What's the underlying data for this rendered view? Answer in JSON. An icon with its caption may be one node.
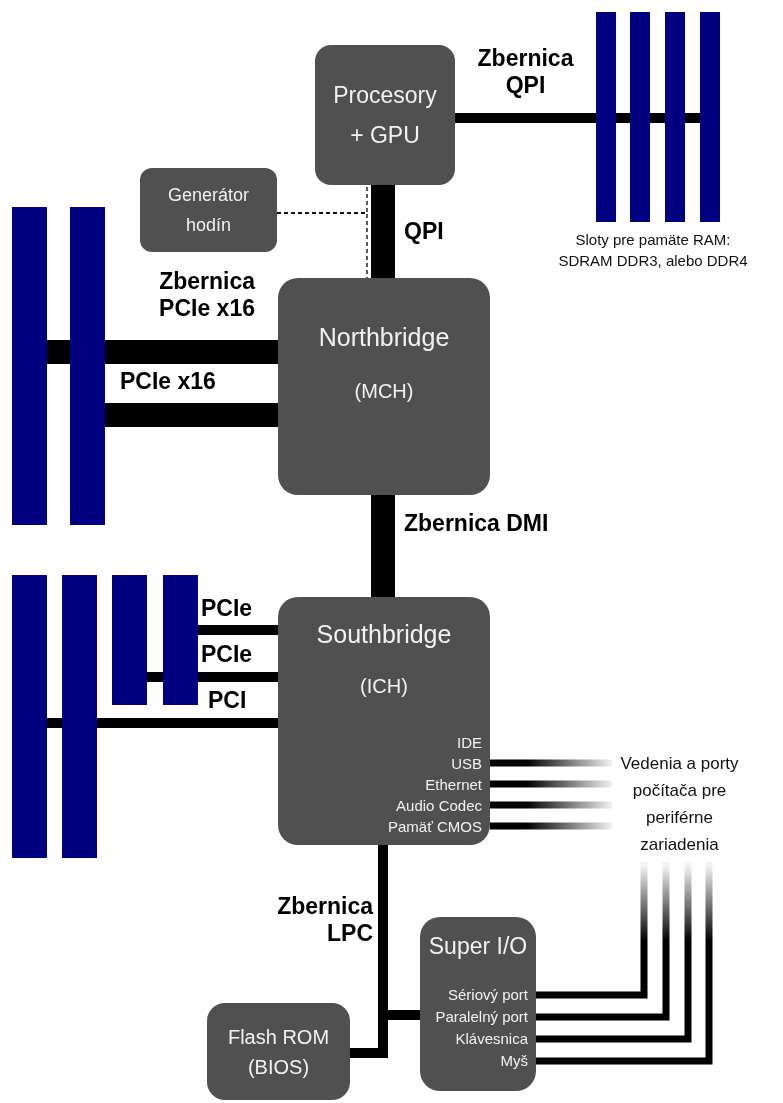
{
  "diagram": {
    "nodes": [
      {
        "text": [
          "Procesory + GPU"
        ]
      },
      {
        "text": [
          "Generátor hodín"
        ]
      },
      {
        "text": [
          "Northbridge",
          "(MCH)"
        ]
      },
      {
        "text": [
          "Southbridge",
          "(ICH)",
          "IDE",
          "USB",
          "Ethernet",
          "Audio Codec",
          "Pamäť CMOS"
        ]
      },
      {
        "text": [
          "Super I/O",
          "Sériový port",
          "Paralelný port",
          "Klávesnica",
          "Myš"
        ]
      },
      {
        "text": [
          "Flash ROM (BIOS)"
        ]
      },
      {
        "text": [
          "Vedenia a porty počítača pre periférne zariadenia"
        ]
      },
      {
        "text": [],
        "shape": "bar"
      },
      {
        "text": [],
        "shape": "bar"
      },
      {
        "text": [],
        "shape": "bar"
      },
      {
        "text": [],
        "shape": "bar"
      },
      {
        "text": [],
        "shape": "bar"
      },
      {
        "text": [],
        "shape": "bar"
      },
      {
        "text": [],
        "shape": "bar"
      },
      {
        "text": [],
        "shape": "bar"
      },
      {
        "text": [],
        "shape": "bar"
      },
      {
        "text": [],
        "shape": "bar"
      }
    ],
    "edges": [
      {
        "from": 0,
        "to": 7,
        "arrow": "none",
        "label": "Zbernica QPI"
      },
      {
        "from": 7,
        "to": 8,
        "arrow": "none"
      },
      {
        "from": 8,
        "to": 9,
        "arrow": "none"
      },
      {
        "from": 9,
        "to": 10,
        "arrow": "none"
      },
      {
        "from": 0,
        "to": 2,
        "arrow": "none",
        "label": "QPI",
        "style": "thick"
      },
      {
        "from": 1,
        "to": 0,
        "arrow": "none",
        "style": "dashed"
      },
      {
        "from": 1,
        "to": 2,
        "arrow": "none",
        "style": "dashed"
      },
      {
        "from": 2,
        "to": 12,
        "arrow": "none",
        "label": "Zbernica PCIe x16",
        "style": "thick"
      },
      {
        "from": 12,
        "to": 11,
        "arrow": "none",
        "style": "thick"
      },
      {
        "from": 2,
        "to": 12,
        "arrow": "none",
        "label": "PCIe x16",
        "style": "thick"
      },
      {
        "from": 2,
        "to": 3,
        "arrow": "none",
        "label": "Zbernica DMI",
        "style": "thick"
      },
      {
        "from": 3,
        "to": 16,
        "arrow": "none",
        "label": "PCIe"
      },
      {
        "from": 3,
        "to": 16,
        "arrow": "none",
        "label": "PCIe"
      },
      {
        "from": 16,
        "to": 15,
        "arrow": "none"
      },
      {
        "from": 3,
        "to": 14,
        "arrow": "none",
        "label": "PCI"
      },
      {
        "from": 14,
        "to": 13,
        "arrow": "none"
      },
      {
        "from": 3,
        "to": 6,
        "arrow": "none"
      },
      {
        "from": 3,
        "to": 6,
        "arrow": "none"
      },
      {
        "from": 3,
        "to": 6,
        "arrow": "none"
      },
      {
        "from": 3,
        "to": 6,
        "arrow": "none"
      },
      {
        "from": 4,
        "to": 6,
        "arrow": "none"
      },
      {
        "from": 4,
        "to": 6,
        "arrow": "none"
      },
      {
        "from": 4,
        "to": 6,
        "arrow": "none"
      },
      {
        "from": 4,
        "to": 6,
        "arrow": "none"
      },
      {
        "from": 3,
        "to": 4,
        "arrow": "none",
        "label": "Zbernica LPC"
      },
      {
        "from": 3,
        "to": 5,
        "arrow": "none"
      }
    ],
    "labels": [
      "Sloty pre pamäte RAM: SDRAM DDR3, alebo DDR4"
    ]
  }
}
